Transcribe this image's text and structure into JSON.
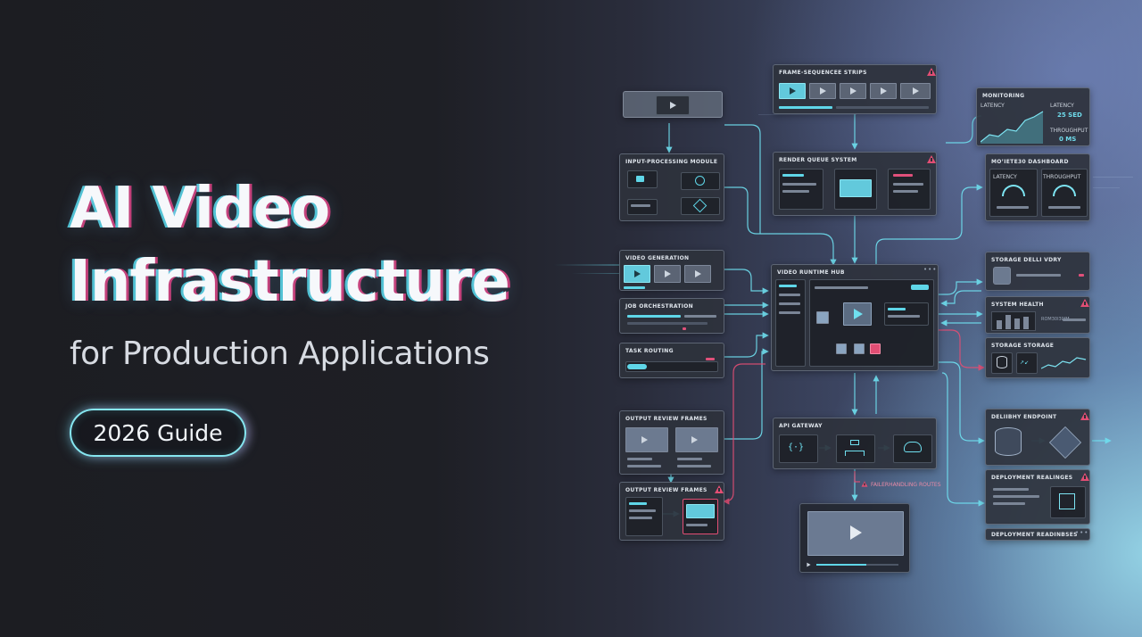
{
  "hero": {
    "title_line1": "AI Video",
    "title_line2": "Infrastructure",
    "subtitle": "for Production Applications",
    "guide_label": "2026 Guide"
  },
  "panels": {
    "frame_strips": "FRAME-SEQUENCEE STRIPS",
    "input_processing": "INPUT-PROCESSING MODULE",
    "render_queue": "RENDER QUEUE SYSTEM",
    "video_generation": "VIDEO GENERATION",
    "job_orchestration": "JOB ORCHESTRATION",
    "task_routing": "TASK ROUTING",
    "runtime_hub": "VIDEO RUNTIME HUB",
    "output_review_1": "OUTPUT REVIEW FRAMES",
    "output_review_2": "OUTPUT REVIEW FRAMES",
    "api_gateway": "API GATEWAY",
    "fallback_routes": "FAILERHANDLING ROUTES",
    "monitoring": "MONITORING",
    "monitoring_dashboard": "MO’IETE30 DASHBOARD",
    "storage_delivery": "STORAGE DELLI VDRY",
    "system_health": "SYSTEM HEALTH",
    "storage_storage": "STORAGE STORAGE",
    "delivery_endpoint": "DELIIBHY ENDPOINT",
    "deployment_readiness_1": "DEPLOYMENT REALINGES",
    "deployment_readiness_2": "DEPLOYMENT READINBSES"
  },
  "monitoring": {
    "latency_label": "LATENCY",
    "latency_value": "25 SED",
    "throughput_label": "THROUGHPUT",
    "throughput_value": "0 MS"
  },
  "dashboard": {
    "latency_label": "LATENCY",
    "throughput_label": "THROUGHPUT"
  },
  "system_health": {
    "readout": "ROM30I3IYM"
  },
  "colors": {
    "accent_cyan": "#5fd6e8",
    "alert_pink": "#e24e74",
    "panel_bg": "#2e323c"
  },
  "icons": [
    "play-icon",
    "gear-icon",
    "camera-icon",
    "warning-icon",
    "cloud-icon",
    "database-icon",
    "external-link-icon",
    "gauge-icon",
    "server-icon",
    "code-icon",
    "network-icon"
  ]
}
